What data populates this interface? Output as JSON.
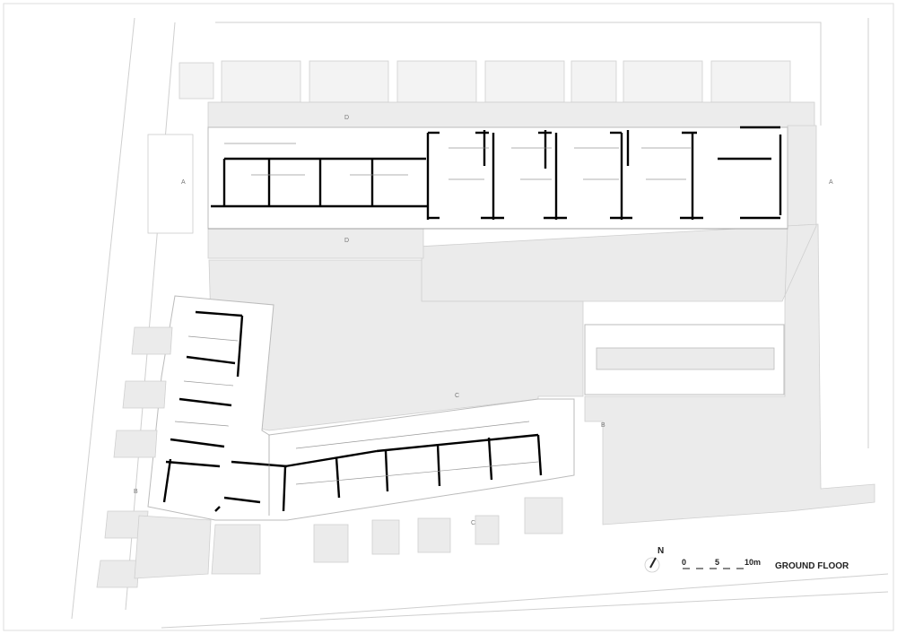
{
  "plan": {
    "title": "GROUND FLOOR",
    "north_label": "N",
    "scale_ticks": [
      "0",
      "5",
      "10m"
    ],
    "section_labels": {
      "a_west": "A",
      "a_east": "A",
      "d_north": "D",
      "d_south": "D",
      "c_court": "C",
      "c_south": "C",
      "b_east": "B",
      "b_west": "B"
    }
  },
  "colors": {
    "paving": "#ebebeb",
    "wall": "#000000",
    "line": "#bdbdbd"
  }
}
